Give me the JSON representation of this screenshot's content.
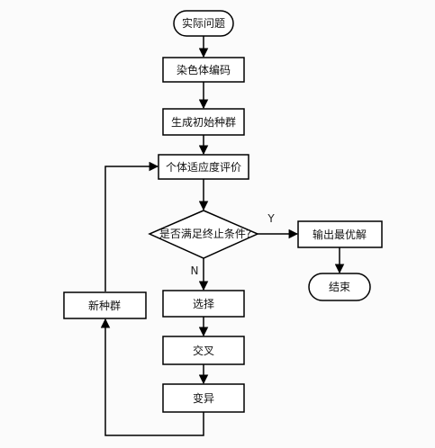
{
  "nodes": {
    "start": "实际问题",
    "encode": "染色体编码",
    "init_pop": "生成初始种群",
    "fitness": "个体适应度评价",
    "condition": "是否满足终止条件?",
    "output": "输出最优解",
    "end": "结束",
    "select": "选择",
    "crossover": "交叉",
    "mutation": "变异",
    "new_pop": "新种群"
  },
  "edges": {
    "yes_label": "Y",
    "no_label": "N"
  }
}
